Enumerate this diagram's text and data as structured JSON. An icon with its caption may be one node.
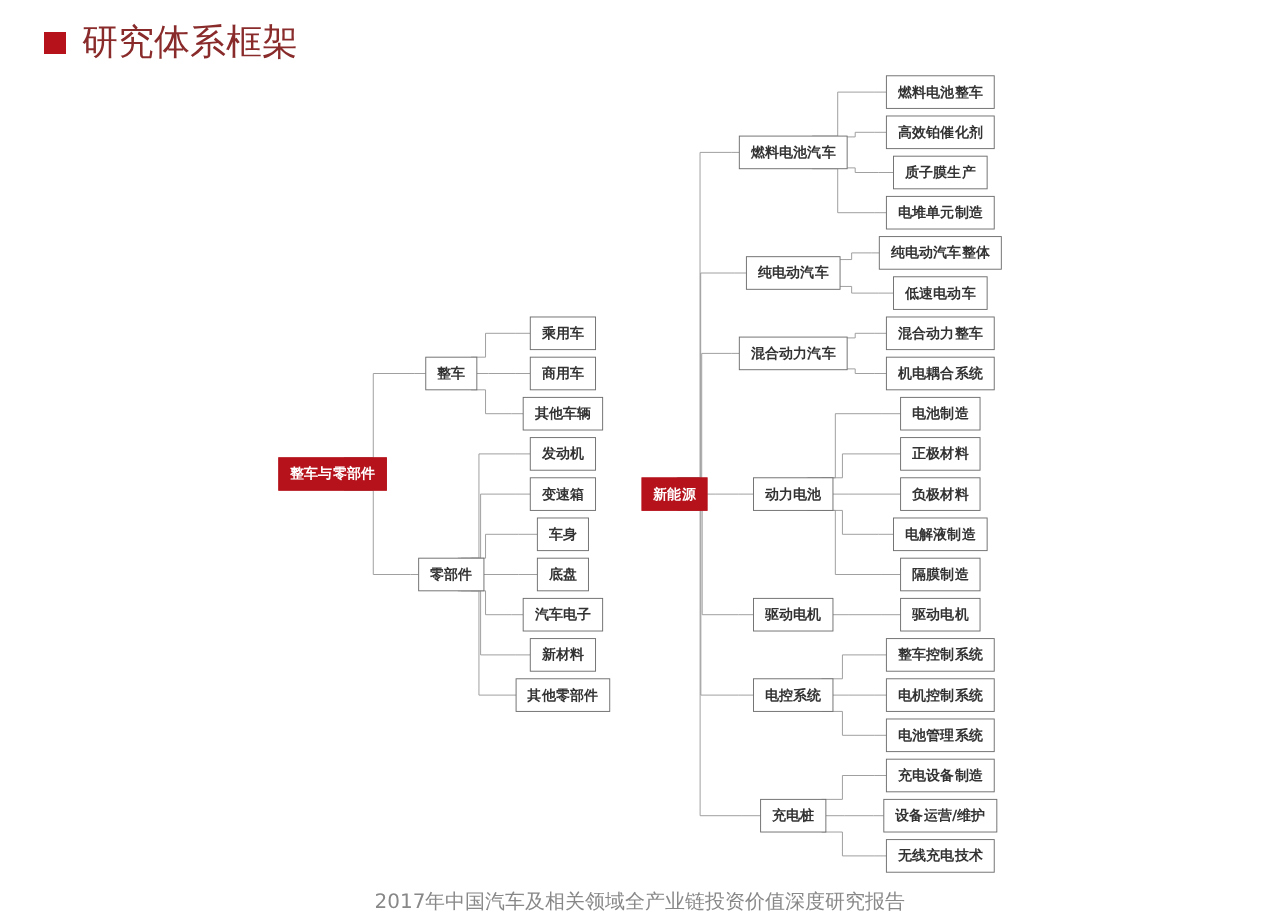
{
  "diagram": {
    "title": "研究体系框架",
    "caption": "2017年中国汽车及相关领域全产业链投资价值深度研究报告",
    "nodes": [
      {
        "text": [
          "整车与零部件"
        ]
      },
      {
        "text": [
          "整车"
        ]
      },
      {
        "text": [
          "乘用车"
        ]
      },
      {
        "text": [
          "商用车"
        ]
      },
      {
        "text": [
          "其他车辆"
        ]
      },
      {
        "text": [
          "零部件"
        ]
      },
      {
        "text": [
          "发动机"
        ]
      },
      {
        "text": [
          "变速箱"
        ]
      },
      {
        "text": [
          "车身"
        ]
      },
      {
        "text": [
          "底盘"
        ]
      },
      {
        "text": [
          "汽车电子"
        ]
      },
      {
        "text": [
          "新材料"
        ]
      },
      {
        "text": [
          "其他零部件"
        ]
      },
      {
        "text": [
          "新能源"
        ]
      },
      {
        "text": [
          "燃料电池汽车"
        ]
      },
      {
        "text": [
          "燃料电池整车"
        ]
      },
      {
        "text": [
          "高效铂催化剂"
        ]
      },
      {
        "text": [
          "质子膜生产"
        ]
      },
      {
        "text": [
          "电堆单元制造"
        ]
      },
      {
        "text": [
          "纯电动汽车"
        ]
      },
      {
        "text": [
          "纯电动汽车整体"
        ]
      },
      {
        "text": [
          "低速电动车"
        ]
      },
      {
        "text": [
          "混合动力汽车"
        ]
      },
      {
        "text": [
          "混合动力整车"
        ]
      },
      {
        "text": [
          "机电耦合系统"
        ]
      },
      {
        "text": [
          "动力电池"
        ]
      },
      {
        "text": [
          "电池制造"
        ]
      },
      {
        "text": [
          "正极材料"
        ]
      },
      {
        "text": [
          "负极材料"
        ]
      },
      {
        "text": [
          "电解液制造"
        ]
      },
      {
        "text": [
          "隔膜制造"
        ]
      },
      {
        "text": [
          "驱动电机"
        ]
      },
      {
        "text": [
          "驱动电机"
        ]
      },
      {
        "text": [
          "电控系统"
        ]
      },
      {
        "text": [
          "整车控制系统"
        ]
      },
      {
        "text": [
          "电机控制系统"
        ]
      },
      {
        "text": [
          "电池管理系统"
        ]
      },
      {
        "text": [
          "充电桩"
        ]
      },
      {
        "text": [
          "充电设备制造"
        ]
      },
      {
        "text": [
          "设备运营/维护"
        ]
      },
      {
        "text": [
          "无线充电技术"
        ]
      }
    ],
    "edges": [
      {
        "from": 0,
        "to": 1,
        "arrow": "none"
      },
      {
        "from": 1,
        "to": 2,
        "arrow": "none"
      },
      {
        "from": 1,
        "to": 3,
        "arrow": "none"
      },
      {
        "from": 1,
        "to": 4,
        "arrow": "none"
      },
      {
        "from": 0,
        "to": 5,
        "arrow": "none"
      },
      {
        "from": 5,
        "to": 6,
        "arrow": "none"
      },
      {
        "from": 5,
        "to": 7,
        "arrow": "none"
      },
      {
        "from": 5,
        "to": 8,
        "arrow": "none"
      },
      {
        "from": 5,
        "to": 9,
        "arrow": "none"
      },
      {
        "from": 5,
        "to": 10,
        "arrow": "none"
      },
      {
        "from": 5,
        "to": 11,
        "arrow": "none"
      },
      {
        "from": 5,
        "to": 12,
        "arrow": "none"
      },
      {
        "from": 13,
        "to": 14,
        "arrow": "none"
      },
      {
        "from": 14,
        "to": 15,
        "arrow": "none"
      },
      {
        "from": 14,
        "to": 16,
        "arrow": "none"
      },
      {
        "from": 14,
        "to": 17,
        "arrow": "none"
      },
      {
        "from": 14,
        "to": 18,
        "arrow": "none"
      },
      {
        "from": 13,
        "to": 19,
        "arrow": "none"
      },
      {
        "from": 19,
        "to": 20,
        "arrow": "none"
      },
      {
        "from": 19,
        "to": 21,
        "arrow": "none"
      },
      {
        "from": 13,
        "to": 22,
        "arrow": "none"
      },
      {
        "from": 22,
        "to": 23,
        "arrow": "none"
      },
      {
        "from": 22,
        "to": 24,
        "arrow": "none"
      },
      {
        "from": 13,
        "to": 25,
        "arrow": "none"
      },
      {
        "from": 25,
        "to": 26,
        "arrow": "none"
      },
      {
        "from": 25,
        "to": 27,
        "arrow": "none"
      },
      {
        "from": 25,
        "to": 28,
        "arrow": "none"
      },
      {
        "from": 25,
        "to": 29,
        "arrow": "none"
      },
      {
        "from": 25,
        "to": 30,
        "arrow": "none"
      },
      {
        "from": 13,
        "to": 31,
        "arrow": "none"
      },
      {
        "from": 31,
        "to": 32,
        "arrow": "none"
      },
      {
        "from": 13,
        "to": 33,
        "arrow": "none"
      },
      {
        "from": 33,
        "to": 34,
        "arrow": "none"
      },
      {
        "from": 33,
        "to": 35,
        "arrow": "none"
      },
      {
        "from": 33,
        "to": 36,
        "arrow": "none"
      },
      {
        "from": 13,
        "to": 37,
        "arrow": "none"
      },
      {
        "from": 37,
        "to": 38,
        "arrow": "none"
      },
      {
        "from": 37,
        "to": 39,
        "arrow": "none"
      },
      {
        "from": 37,
        "to": 40,
        "arrow": "none"
      }
    ]
  }
}
